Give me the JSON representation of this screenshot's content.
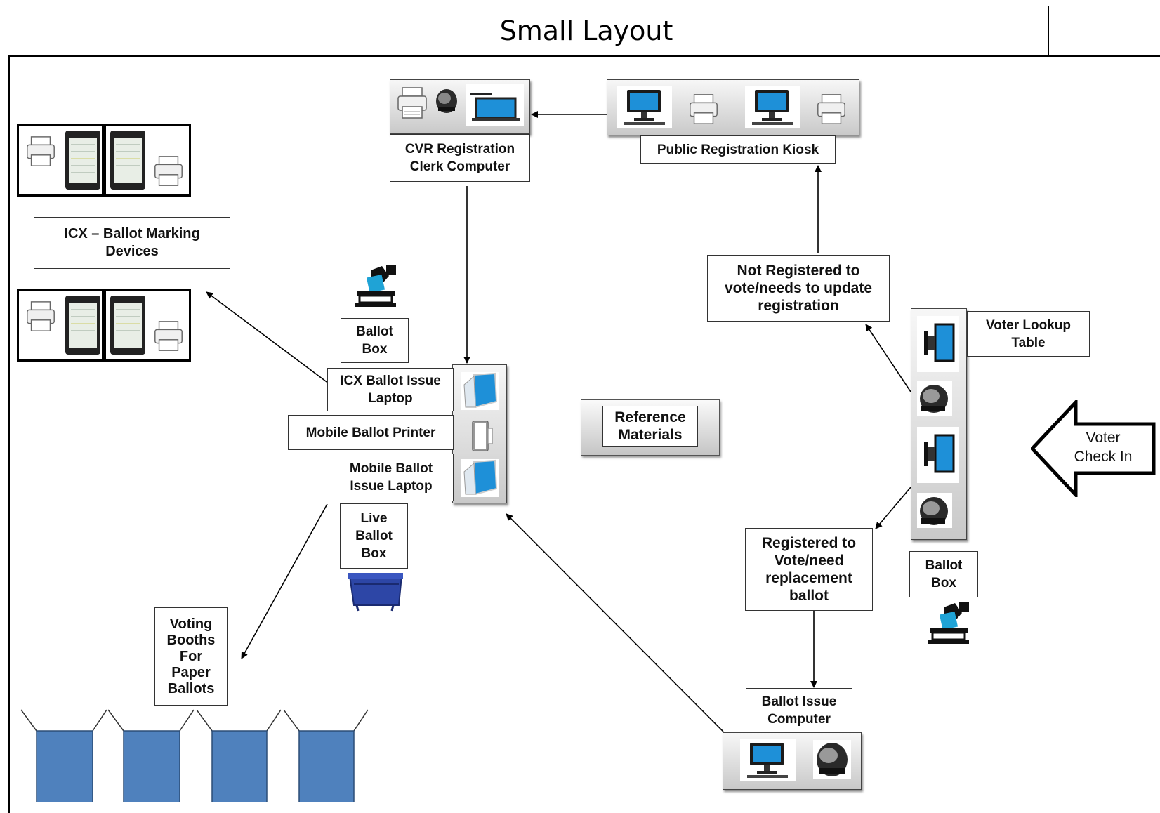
{
  "title": "Small Layout",
  "labels": {
    "cvr": "CVR Registration Clerk Computer",
    "kiosk": "Public Registration Kiosk",
    "icx_bmd": "ICX – Ballot Marking Devices",
    "not_registered": "Not Registered to vote/needs to update registration",
    "voter_lookup": "Voter Lookup Table",
    "ballot_box_left": "Ballot Box",
    "icx_laptop": "ICX Ballot Issue Laptop",
    "mobile_printer": "Mobile Ballot Printer",
    "mobile_laptop": "Mobile Ballot Issue Laptop",
    "live_ballot_box": "Live Ballot Box",
    "reference": "Reference Materials",
    "voter_checkin": "Voter Check In",
    "registered": "Registered to Vote/need replacement ballot",
    "ballot_box_right": "Ballot Box",
    "voting_booths": "Voting Booths For Paper Ballots",
    "ballot_issue_computer": "Ballot Issue Computer"
  },
  "icons": [
    "printer-icon",
    "label-printer-icon",
    "monitor-icon",
    "tablet-icon",
    "laptop-icon",
    "ballot-box-icon",
    "storage-bin-icon",
    "voting-booth-icon"
  ],
  "colors": {
    "booth": "#4f81bd",
    "bin": "#2d46a6",
    "screen": "#1e90d8",
    "ballot": "#1fa3d6"
  }
}
